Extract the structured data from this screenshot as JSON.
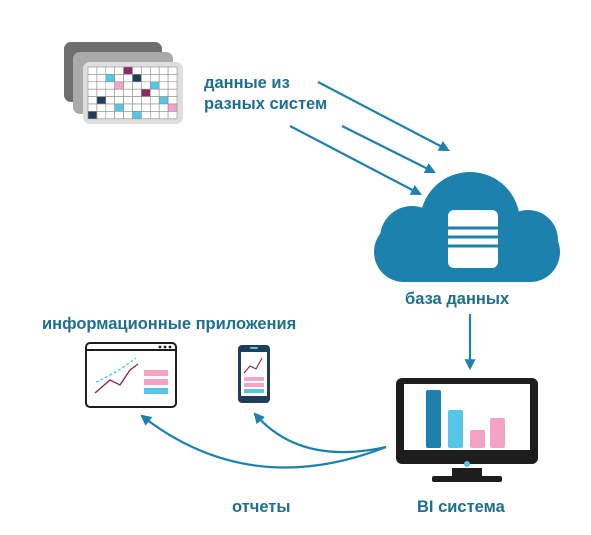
{
  "labels": {
    "sources_line1": "данные из",
    "sources_line2": "разных систем",
    "database": "база данных",
    "info_apps": "информационные приложения",
    "bi_system": "BI система",
    "reports": "отчеты"
  },
  "colors": {
    "accent": "#1e6f8f",
    "cloud": "#1c82ad",
    "cyan": "#55c5e8",
    "pink": "#f4a3c4",
    "magenta": "#8c2a5e",
    "navy": "#1f3f59",
    "dark": "#1d1d1d"
  },
  "icons": {
    "sources": "stacked-spreadsheets-icon",
    "database": "cloud-database-icon",
    "bi": "monitor-bar-chart-icon",
    "browser": "browser-window-chart-icon",
    "phone": "smartphone-chart-icon"
  }
}
